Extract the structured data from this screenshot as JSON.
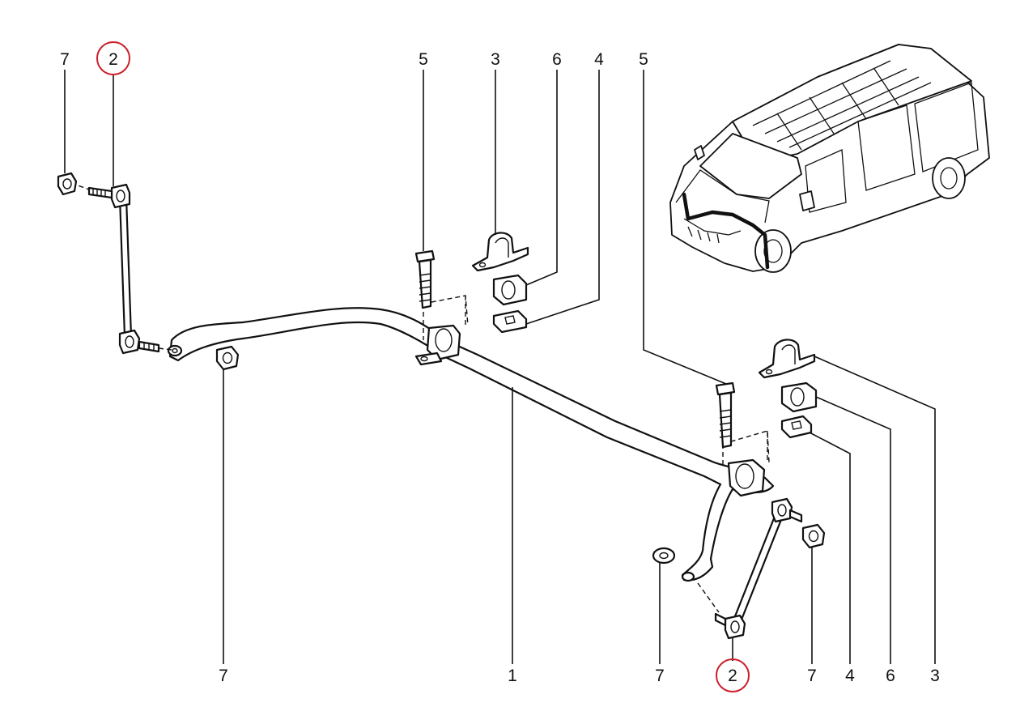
{
  "colors": {
    "ink": "#111111",
    "highlight_circle": "#cc1f2a",
    "background": "#ffffff"
  },
  "callouts": {
    "top_left_7": "7",
    "top_left_2": "2",
    "top_5_left": "5",
    "top_3": "3",
    "top_6": "6",
    "top_4": "4",
    "top_5_right": "5",
    "bottom_7_left": "7",
    "bottom_1": "1",
    "bottom_7_mid": "7",
    "bottom_2": "2",
    "bottom_7_right": "7",
    "bottom_4": "4",
    "bottom_6": "6",
    "bottom_3": "3"
  },
  "highlighted_callouts": [
    "top_left_2",
    "bottom_2"
  ],
  "icons": {
    "vehicle": "van-with-stabilizer-highlight-icon"
  }
}
